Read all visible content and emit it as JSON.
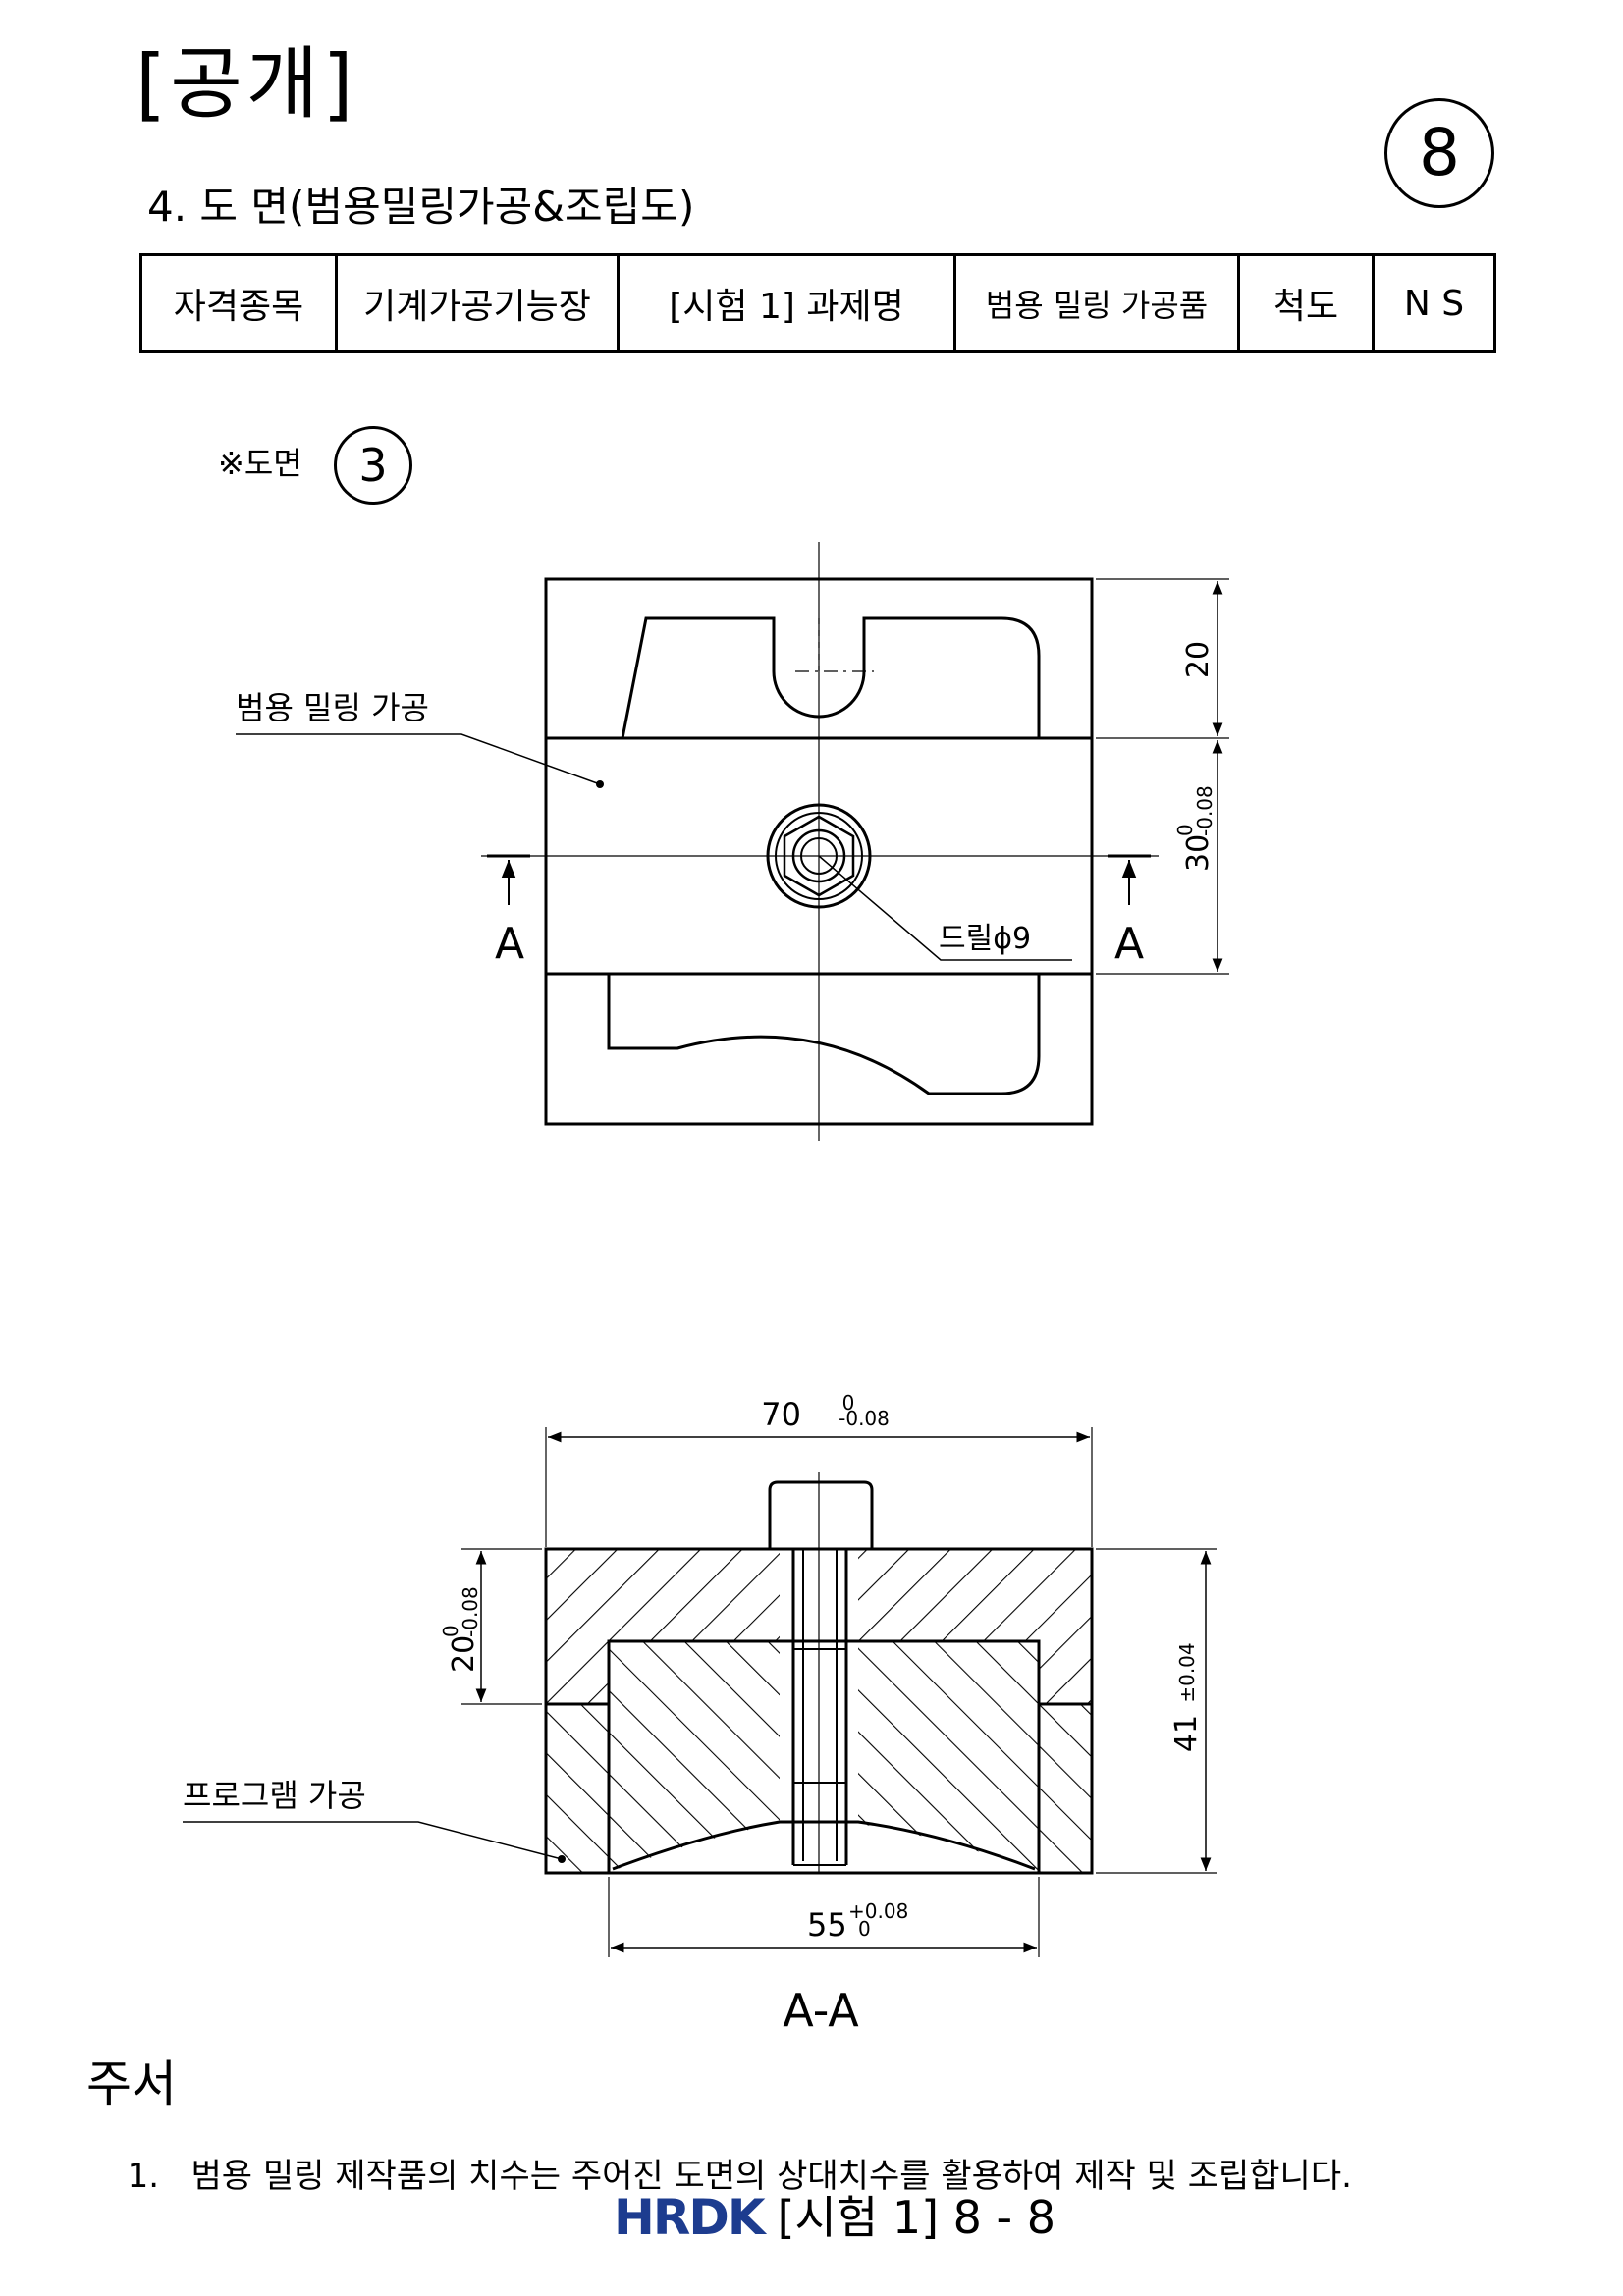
{
  "header": {
    "public_label": "[공개]",
    "page_circle": "8",
    "section_heading": "4. 도 면(범용밀링가공&조립도)"
  },
  "info_table": {
    "cells": [
      "자격종목",
      "기계가공기능장",
      "[시험 1] 과제명",
      "범용 밀링 가공품",
      "척도",
      "N S"
    ]
  },
  "drawing_ref": {
    "label": "※도면",
    "number": "3"
  },
  "top_view": {
    "callout_milling": "범용 밀링 가공",
    "callout_drill": "드릴ϕ9",
    "section_mark": "A",
    "dim_20": "20",
    "dim_30": "30",
    "dim_30_tol_upper": "0",
    "dim_30_tol_lower": "-0.08"
  },
  "section_view": {
    "dim_70": "70",
    "dim_70_tol_upper": "0",
    "dim_70_tol_lower": "-0.08",
    "dim_20": "20",
    "dim_20_tol_upper": "0",
    "dim_20_tol_lower": "-0.08",
    "dim_41": "41",
    "dim_41_tol": "±0.04",
    "dim_55": "55",
    "dim_55_tol_upper": "+0.08",
    "dim_55_tol_lower": "0",
    "callout_program": "프로그램 가공",
    "title": "A-A"
  },
  "notes": {
    "title": "주서",
    "items": [
      {
        "num": "1.",
        "text": "범용 밀링 제작품의 치수는 주어진 도면의 상대치수를 활용하여 제작 및 조립합니다."
      }
    ]
  },
  "footer": {
    "logo": "HRDK",
    "text": "[시험 1] 8 - 8"
  }
}
